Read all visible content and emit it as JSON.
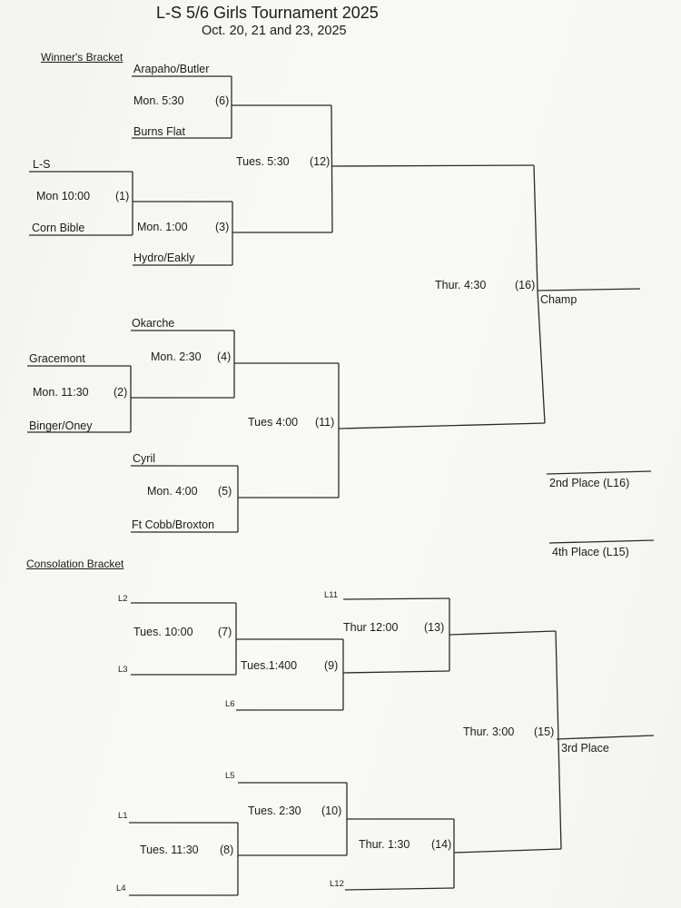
{
  "title": "L-S 5/6 Girls Tournament 2025",
  "dates": "Oct. 20, 21 and 23, 2025",
  "winners_header": "Winner's Bracket",
  "consolation_header": "Consolation Bracket",
  "teams": {
    "arapaho": "Arapaho/Butler",
    "burns_flat": "Burns Flat",
    "ls": "L-S",
    "corn_bible": "Corn Bible",
    "hydro": "Hydro/Eakly",
    "okarche": "Okarche",
    "gracemont": "Gracemont",
    "binger": "Binger/Oney",
    "cyril": "Cyril",
    "ftcobb": "Ft Cobb/Broxton"
  },
  "games": {
    "g1": {
      "time": "Mon 10:00",
      "num": "(1)"
    },
    "g2": {
      "time": "Mon. 11:30",
      "num": "(2)"
    },
    "g3": {
      "time": "Mon. 1:00",
      "num": "(3)"
    },
    "g4": {
      "time": "Mon. 2:30",
      "num": "(4)"
    },
    "g5": {
      "time": "Mon. 4:00",
      "num": "(5)"
    },
    "g6": {
      "time": "Mon. 5:30",
      "num": "(6)"
    },
    "g7": {
      "time": "Tues. 10:00",
      "num": "(7)"
    },
    "g8": {
      "time": "Tues. 11:30",
      "num": "(8)"
    },
    "g9": {
      "time": "Tues.1:400",
      "num": "(9)"
    },
    "g10": {
      "time": "Tues. 2:30",
      "num": "(10)"
    },
    "g11": {
      "time": "Tues 4:00",
      "num": "(11)"
    },
    "g12": {
      "time": "Tues. 5:30",
      "num": "(12)"
    },
    "g13": {
      "time": "Thur 12:00",
      "num": "(13)"
    },
    "g14": {
      "time": "Thur. 1:30",
      "num": "(14)"
    },
    "g15": {
      "time": "Thur. 3:00",
      "num": "(15)"
    },
    "g16": {
      "time": "Thur. 4:30",
      "num": "(16)"
    }
  },
  "results": {
    "champ": "Champ",
    "second": "2nd Place (L16)",
    "fourth": "4th Place (L15)",
    "third": "3rd Place"
  },
  "loser_labels": {
    "l1": "L1",
    "l2": "L2",
    "l3": "L3",
    "l4": "L4",
    "l5": "L5",
    "l6": "L6",
    "l11": "L11",
    "l12": "L12"
  }
}
